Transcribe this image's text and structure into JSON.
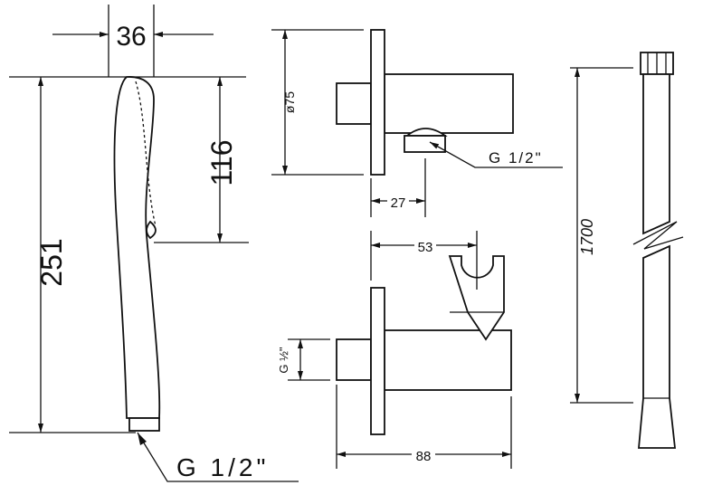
{
  "handshower": {
    "width": "36",
    "length": "251",
    "head": "116",
    "thread": "G  1/2\""
  },
  "wall_outlet_top": {
    "diameter": "ø75",
    "offset": "27",
    "thread": "G  1/2\""
  },
  "wall_outlet_bottom": {
    "holder": "53",
    "length": "88",
    "thread": "G ½\""
  },
  "hose": {
    "length": "1700"
  }
}
